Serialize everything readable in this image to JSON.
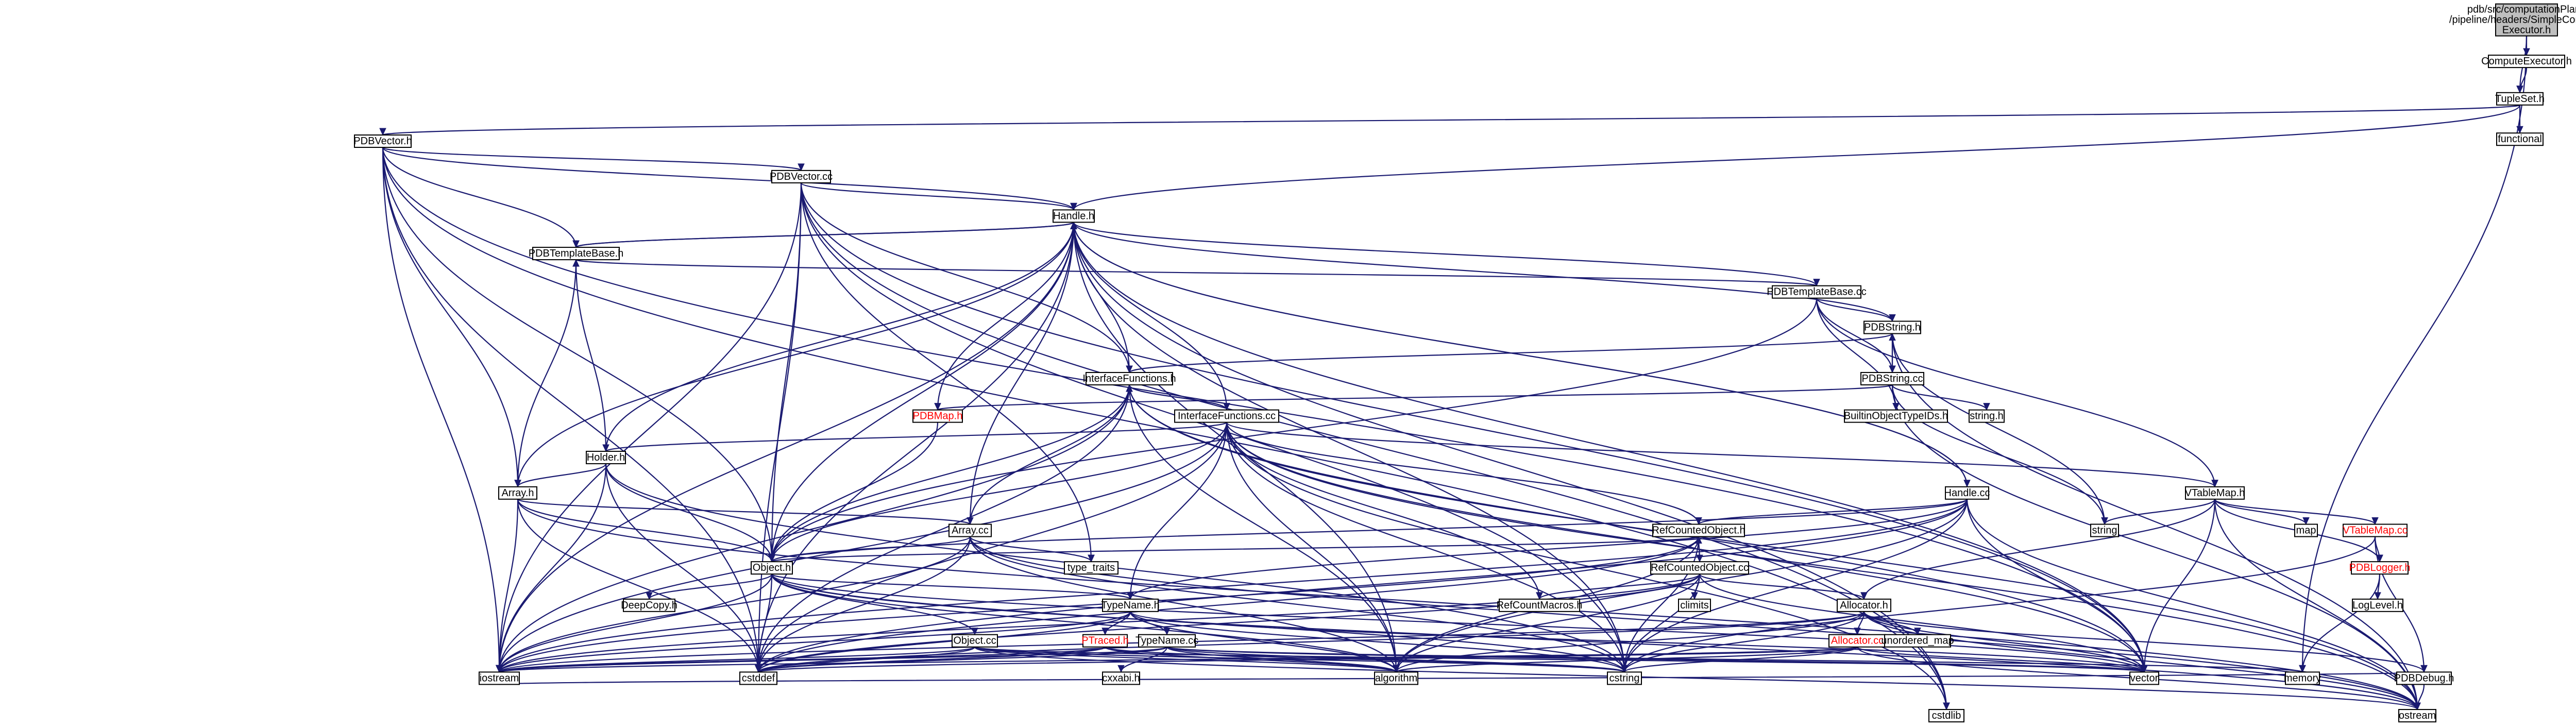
{
  "colors": {
    "root_fill": "#bfbfbf",
    "node_fill": "#ffffff",
    "node_border": "#000000",
    "missing_border": "#ff0000",
    "missing_text": "#ff0000",
    "external_border": "#bfbfbf",
    "text": "#000000",
    "edge": "#191970"
  },
  "nodes": [
    {
      "id": "root",
      "lines": [
        "pdb/src/computationPlans",
        "/pipeline/headers/SimpleCompute",
        "Executor.h"
      ],
      "style": "root"
    },
    {
      "id": "computeexec",
      "lines": [
        "ComputeExecutor.h"
      ],
      "style": "normal"
    },
    {
      "id": "tupleset",
      "lines": [
        "TupleSet.h"
      ],
      "style": "normal"
    },
    {
      "id": "functional",
      "lines": [
        "functional"
      ],
      "style": "external"
    },
    {
      "id": "pdbvector_h",
      "lines": [
        "PDBVector.h"
      ],
      "style": "normal"
    },
    {
      "id": "pdbvector_cc",
      "lines": [
        "PDBVector.cc"
      ],
      "style": "normal"
    },
    {
      "id": "handle_h",
      "lines": [
        "Handle.h"
      ],
      "style": "normal"
    },
    {
      "id": "pdbtemplatebase_h",
      "lines": [
        "PDBTemplateBase.h"
      ],
      "style": "normal"
    },
    {
      "id": "pdbtemplatebase_cc",
      "lines": [
        "PDBTemplateBase.cc"
      ],
      "style": "normal"
    },
    {
      "id": "pdbstring_h",
      "lines": [
        "PDBString.h"
      ],
      "style": "normal"
    },
    {
      "id": "pdbstring_cc",
      "lines": [
        "PDBString.cc"
      ],
      "style": "normal"
    },
    {
      "id": "builtin",
      "lines": [
        "BuiltinObjectTypeIDs.h"
      ],
      "style": "external"
    },
    {
      "id": "string_h",
      "lines": [
        "string.h"
      ],
      "style": "external"
    },
    {
      "id": "interface_h",
      "lines": [
        "InterfaceFunctions.h"
      ],
      "style": "normal"
    },
    {
      "id": "interface_cc",
      "lines": [
        "InterfaceFunctions.cc"
      ],
      "style": "normal"
    },
    {
      "id": "pdbmap_h",
      "lines": [
        "PDBMap.h"
      ],
      "style": "missing"
    },
    {
      "id": "holder_h",
      "lines": [
        "Holder.h"
      ],
      "style": "normal"
    },
    {
      "id": "array_h",
      "lines": [
        "Array.h"
      ],
      "style": "normal"
    },
    {
      "id": "array_cc",
      "lines": [
        "Array.cc"
      ],
      "style": "normal"
    },
    {
      "id": "handle_cc",
      "lines": [
        "Handle.cc"
      ],
      "style": "normal"
    },
    {
      "id": "vtablemap_h",
      "lines": [
        "VTableMap.h"
      ],
      "style": "normal"
    },
    {
      "id": "string",
      "lines": [
        "string"
      ],
      "style": "external"
    },
    {
      "id": "map",
      "lines": [
        "map"
      ],
      "style": "external"
    },
    {
      "id": "vtablemap_cc",
      "lines": [
        "VTableMap.cc"
      ],
      "style": "missing"
    },
    {
      "id": "pdblogger_h",
      "lines": [
        "PDBLogger.h"
      ],
      "style": "missing"
    },
    {
      "id": "loglevel_h",
      "lines": [
        "LogLevel.h"
      ],
      "style": "normal"
    },
    {
      "id": "refcounted_h",
      "lines": [
        "RefCountedObject.h"
      ],
      "style": "normal"
    },
    {
      "id": "refcounted_cc",
      "lines": [
        "RefCountedObject.cc"
      ],
      "style": "normal"
    },
    {
      "id": "refcountmacros",
      "lines": [
        "RefCountMacros.h"
      ],
      "style": "normal"
    },
    {
      "id": "climits",
      "lines": [
        "climits"
      ],
      "style": "external"
    },
    {
      "id": "type_traits",
      "lines": [
        "type_traits"
      ],
      "style": "external"
    },
    {
      "id": "object_h",
      "lines": [
        "Object.h"
      ],
      "style": "normal"
    },
    {
      "id": "deepcopy_h",
      "lines": [
        "DeepCopy.h"
      ],
      "style": "normal"
    },
    {
      "id": "typename_h",
      "lines": [
        "TypeName.h"
      ],
      "style": "normal"
    },
    {
      "id": "typename_cc",
      "lines": [
        "TypeName.cc"
      ],
      "style": "normal"
    },
    {
      "id": "allocator_h",
      "lines": [
        "Allocator.h"
      ],
      "style": "normal"
    },
    {
      "id": "allocator_cc",
      "lines": [
        "Allocator.cc"
      ],
      "style": "missing"
    },
    {
      "id": "unordered_map",
      "lines": [
        "unordered_map"
      ],
      "style": "external"
    },
    {
      "id": "object_cc",
      "lines": [
        "Object.cc"
      ],
      "style": "normal"
    },
    {
      "id": "ptraced_h",
      "lines": [
        "PTraced.h"
      ],
      "style": "missing"
    },
    {
      "id": "cxxabi_h",
      "lines": [
        "cxxabi.h"
      ],
      "style": "external"
    },
    {
      "id": "iostream",
      "lines": [
        "iostream"
      ],
      "style": "external"
    },
    {
      "id": "cstddef",
      "lines": [
        "cstddef"
      ],
      "style": "external"
    },
    {
      "id": "algorithm",
      "lines": [
        "algorithm"
      ],
      "style": "external"
    },
    {
      "id": "cstring",
      "lines": [
        "cstring"
      ],
      "style": "external"
    },
    {
      "id": "vector",
      "lines": [
        "vector"
      ],
      "style": "external"
    },
    {
      "id": "memory",
      "lines": [
        "memory"
      ],
      "style": "external"
    },
    {
      "id": "pdbdebug_h",
      "lines": [
        "PDBDebug.h"
      ],
      "style": "normal"
    },
    {
      "id": "cstdlib",
      "lines": [
        "cstdlib"
      ],
      "style": "external"
    },
    {
      "id": "ostream",
      "lines": [
        "ostream"
      ],
      "style": "external"
    }
  ],
  "edges": [
    [
      "root",
      "computeexec"
    ],
    [
      "root",
      "tupleset"
    ],
    [
      "root",
      "memory"
    ],
    [
      "computeexec",
      "tupleset"
    ],
    [
      "tupleset",
      "functional"
    ],
    [
      "tupleset",
      "pdbvector_h"
    ],
    [
      "tupleset",
      "handle_h"
    ],
    [
      "pdbvector_h",
      "pdbvector_cc"
    ],
    [
      "pdbvector_h",
      "handle_h"
    ],
    [
      "pdbvector_h",
      "pdbtemplatebase_h"
    ],
    [
      "pdbvector_h",
      "object_h"
    ],
    [
      "pdbvector_h",
      "array_h"
    ],
    [
      "pdbvector_h",
      "iostream"
    ],
    [
      "pdbvector_h",
      "cstddef"
    ],
    [
      "pdbvector_h",
      "cstdlib"
    ],
    [
      "pdbvector_h",
      "vector"
    ],
    [
      "pdbvector_cc",
      "handle_h"
    ],
    [
      "pdbvector_cc",
      "interface_h"
    ],
    [
      "pdbvector_cc",
      "object_h"
    ],
    [
      "pdbvector_cc",
      "type_traits"
    ],
    [
      "pdbvector_cc",
      "cstring"
    ],
    [
      "pdbvector_cc",
      "cstddef"
    ],
    [
      "pdbvector_cc",
      "cstdlib"
    ],
    [
      "pdbvector_cc",
      "iostream"
    ],
    [
      "pdbvector_cc",
      "vector"
    ],
    [
      "handle_h",
      "pdbtemplatebase_h"
    ],
    [
      "handle_h",
      "object_h"
    ],
    [
      "handle_h",
      "handle_cc"
    ],
    [
      "handle_h",
      "iostream"
    ],
    [
      "handle_h",
      "algorithm"
    ],
    [
      "handle_h",
      "cstring"
    ],
    [
      "handle_h",
      "vector"
    ],
    [
      "handle_h",
      "cstddef"
    ],
    [
      "handle_h",
      "cstdlib"
    ],
    [
      "pdbtemplatebase_h",
      "handle_h"
    ],
    [
      "pdbtemplatebase_h",
      "pdbtemplatebase_cc"
    ],
    [
      "pdbtemplatebase_cc",
      "handle_h"
    ],
    [
      "pdbtemplatebase_cc",
      "pdbstring_h"
    ],
    [
      "pdbtemplatebase_cc",
      "pdbstring_cc"
    ],
    [
      "pdbtemplatebase_cc",
      "builtin"
    ],
    [
      "pdbtemplatebase_cc",
      "vtablemap_h"
    ],
    [
      "pdbtemplatebase_cc",
      "object_h"
    ],
    [
      "pdbstring_h",
      "pdbstring_cc"
    ],
    [
      "pdbstring_h",
      "handle_h"
    ],
    [
      "pdbstring_h",
      "interface_h"
    ],
    [
      "pdbstring_h",
      "string"
    ],
    [
      "pdbstring_h",
      "ostream"
    ],
    [
      "pdbstring_cc",
      "pdbstring_h"
    ],
    [
      "pdbstring_cc",
      "builtin"
    ],
    [
      "pdbstring_cc",
      "string_h"
    ],
    [
      "pdbstring_cc",
      "pdbmap_h"
    ],
    [
      "pdbstring_cc",
      "string"
    ],
    [
      "pdbstring_cc",
      "ostream"
    ],
    [
      "interface_h",
      "interface_cc"
    ],
    [
      "interface_h",
      "handle_h"
    ],
    [
      "interface_h",
      "object_h"
    ],
    [
      "interface_h",
      "iostream"
    ],
    [
      "interface_h",
      "algorithm"
    ],
    [
      "interface_h",
      "cstddef"
    ],
    [
      "interface_h",
      "ostream"
    ],
    [
      "interface_h",
      "vector"
    ],
    [
      "interface_cc",
      "interface_h"
    ],
    [
      "interface_cc",
      "handle_h"
    ],
    [
      "interface_cc",
      "holder_h"
    ],
    [
      "interface_cc",
      "object_h"
    ],
    [
      "interface_cc",
      "vtablemap_h"
    ],
    [
      "interface_cc",
      "refcounted_h"
    ],
    [
      "interface_cc",
      "refcountmacros"
    ],
    [
      "interface_cc",
      "typename_h"
    ],
    [
      "interface_cc",
      "iostream"
    ],
    [
      "interface_cc",
      "cstddef"
    ],
    [
      "interface_cc",
      "algorithm"
    ],
    [
      "interface_cc",
      "cstring"
    ],
    [
      "interface_cc",
      "vector"
    ],
    [
      "interface_cc",
      "cstdlib"
    ],
    [
      "interface_cc",
      "ostream"
    ],
    [
      "pdbmap_h",
      "handle_h"
    ],
    [
      "pdbmap_h",
      "object_h"
    ],
    [
      "holder_h",
      "handle_h"
    ],
    [
      "holder_h",
      "pdbtemplatebase_h"
    ],
    [
      "holder_h",
      "array_h"
    ],
    [
      "holder_h",
      "object_h"
    ],
    [
      "holder_h",
      "iostream"
    ],
    [
      "holder_h",
      "cstddef"
    ],
    [
      "holder_h",
      "cstring"
    ],
    [
      "array_h",
      "handle_h"
    ],
    [
      "array_h",
      "pdbtemplatebase_h"
    ],
    [
      "array_h",
      "array_cc"
    ],
    [
      "array_h",
      "object_h"
    ],
    [
      "array_h",
      "iostream"
    ],
    [
      "array_h",
      "cstddef"
    ],
    [
      "array_h",
      "ostream"
    ],
    [
      "array_cc",
      "interface_h"
    ],
    [
      "array_cc",
      "handle_h"
    ],
    [
      "array_cc",
      "object_h"
    ],
    [
      "array_cc",
      "type_traits"
    ],
    [
      "array_cc",
      "cstddef"
    ],
    [
      "array_cc",
      "iostream"
    ],
    [
      "array_cc",
      "algorithm"
    ],
    [
      "array_cc",
      "cstring"
    ],
    [
      "array_cc",
      "ostream"
    ],
    [
      "handle_cc",
      "handle_h"
    ],
    [
      "handle_cc",
      "refcounted_h"
    ],
    [
      "handle_cc",
      "object_h"
    ],
    [
      "handle_cc",
      "typename_h"
    ],
    [
      "handle_cc",
      "iostream"
    ],
    [
      "handle_cc",
      "cstddef"
    ],
    [
      "handle_cc",
      "algorithm"
    ],
    [
      "handle_cc",
      "cstring"
    ],
    [
      "handle_cc",
      "vector"
    ],
    [
      "handle_cc",
      "ostream"
    ],
    [
      "vtablemap_h",
      "vtablemap_cc"
    ],
    [
      "vtablemap_h",
      "pdblogger_h"
    ],
    [
      "vtablemap_h",
      "allocator_h"
    ],
    [
      "vtablemap_h",
      "string"
    ],
    [
      "vtablemap_h",
      "map"
    ],
    [
      "vtablemap_h",
      "vector"
    ],
    [
      "vtablemap_h",
      "ostream"
    ],
    [
      "vtablemap_cc",
      "pdblogger_h"
    ],
    [
      "vtablemap_cc",
      "pdbdebug_h"
    ],
    [
      "vtablemap_cc",
      "cstring"
    ],
    [
      "pdblogger_h",
      "loglevel_h"
    ],
    [
      "pdblogger_h",
      "memory"
    ],
    [
      "refcounted_h",
      "refcounted_cc"
    ],
    [
      "refcounted_h",
      "object_h"
    ],
    [
      "refcounted_h",
      "cstddef"
    ],
    [
      "refcounted_h",
      "iostream"
    ],
    [
      "refcounted_h",
      "algorithm"
    ],
    [
      "refcounted_h",
      "cstring"
    ],
    [
      "refcounted_cc",
      "refcounted_h"
    ],
    [
      "refcounted_cc",
      "refcountmacros"
    ],
    [
      "refcounted_cc",
      "allocator_h"
    ],
    [
      "refcounted_cc",
      "climits"
    ],
    [
      "refcounted_cc",
      "cstddef"
    ],
    [
      "refcounted_cc",
      "iostream"
    ],
    [
      "refcounted_cc",
      "algorithm"
    ],
    [
      "refcounted_cc",
      "cstring"
    ],
    [
      "refcounted_cc",
      "vector"
    ],
    [
      "object_h",
      "deepcopy_h"
    ],
    [
      "object_h",
      "typename_h"
    ],
    [
      "object_h",
      "object_cc"
    ],
    [
      "object_h",
      "iostream"
    ],
    [
      "object_h",
      "cstddef"
    ],
    [
      "object_h",
      "algorithm"
    ],
    [
      "object_h",
      "cstring"
    ],
    [
      "object_h",
      "vector"
    ],
    [
      "object_h",
      "ostream"
    ],
    [
      "typename_h",
      "typename_cc"
    ],
    [
      "typename_h",
      "ptraced_h"
    ],
    [
      "typename_h",
      "iostream"
    ],
    [
      "typename_h",
      "cstddef"
    ],
    [
      "typename_h",
      "algorithm"
    ],
    [
      "typename_h",
      "cstring"
    ],
    [
      "typename_h",
      "vector"
    ],
    [
      "typename_cc",
      "cxxabi_h"
    ],
    [
      "typename_cc",
      "iostream"
    ],
    [
      "typename_cc",
      "cstddef"
    ],
    [
      "typename_cc",
      "algorithm"
    ],
    [
      "typename_cc",
      "cstring"
    ],
    [
      "typename_cc",
      "vector"
    ],
    [
      "typename_cc",
      "memory"
    ],
    [
      "allocator_h",
      "allocator_cc"
    ],
    [
      "allocator_h",
      "unordered_map"
    ],
    [
      "allocator_h",
      "vector"
    ],
    [
      "allocator_h",
      "cstring"
    ],
    [
      "allocator_h",
      "iostream"
    ],
    [
      "allocator_h",
      "cstddef"
    ],
    [
      "allocator_h",
      "algorithm"
    ],
    [
      "allocator_h",
      "pdbdebug_h"
    ],
    [
      "allocator_h",
      "ostream"
    ],
    [
      "allocator_cc",
      "cstring"
    ],
    [
      "allocator_cc",
      "iostream"
    ],
    [
      "allocator_cc",
      "algorithm"
    ],
    [
      "allocator_cc",
      "vector"
    ],
    [
      "allocator_cc",
      "cstddef"
    ],
    [
      "allocator_cc",
      "ostream"
    ],
    [
      "object_cc",
      "iostream"
    ],
    [
      "object_cc",
      "cstddef"
    ],
    [
      "object_cc",
      "algorithm"
    ],
    [
      "object_cc",
      "cstring"
    ],
    [
      "object_cc",
      "vector"
    ],
    [
      "object_cc",
      "ostream"
    ],
    [
      "ptraced_h",
      "iostream"
    ],
    [
      "ptraced_h",
      "cstddef"
    ],
    [
      "ptraced_h",
      "algorithm"
    ],
    [
      "ptraced_h",
      "cstring"
    ],
    [
      "pdbdebug_h",
      "ostream"
    ],
    [
      "pdbdebug_h",
      "iostream"
    ]
  ]
}
